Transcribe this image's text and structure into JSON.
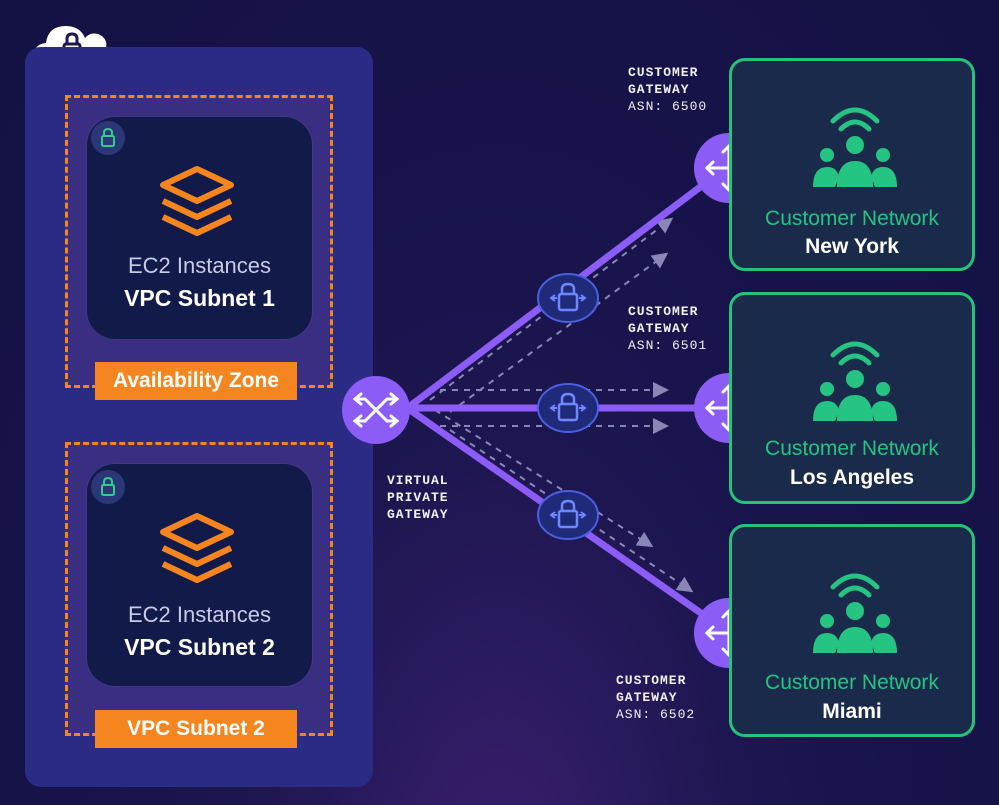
{
  "colors": {
    "background": "#17134a",
    "vpc_panel": "#2b2a84",
    "orange_accent": "#f5861f",
    "purple_line": "#8b5cf6",
    "green_accent": "#25c483"
  },
  "vpc": {
    "cloud_icon": "cloud-lock-icon",
    "zones": [
      {
        "card_line1": "EC2 Instances",
        "card_line2": "VPC Subnet 1",
        "label": "Availability Zone"
      },
      {
        "card_line1": "EC2 Instances",
        "card_line2": "VPC Subnet 2",
        "label": "VPC Subnet 2"
      }
    ]
  },
  "virtual_gateway": {
    "line1": "VIRTUAL",
    "line2": "PRIVATE",
    "line3": "GATEWAY"
  },
  "customer_gateways": [
    {
      "line1": "CUSTOMER",
      "line2": "GATEWAY",
      "asn": "ASN: 6500"
    },
    {
      "line1": "CUSTOMER",
      "line2": "GATEWAY",
      "asn": "ASN: 6501"
    },
    {
      "line1": "CUSTOMER",
      "line2": "GATEWAY",
      "asn": "ASN: 6502"
    }
  ],
  "networks": [
    {
      "label": "Customer Network",
      "city": "New York"
    },
    {
      "label": "Customer Network",
      "city": "Los Angeles"
    },
    {
      "label": "Customer Network",
      "city": "Miami"
    }
  ]
}
